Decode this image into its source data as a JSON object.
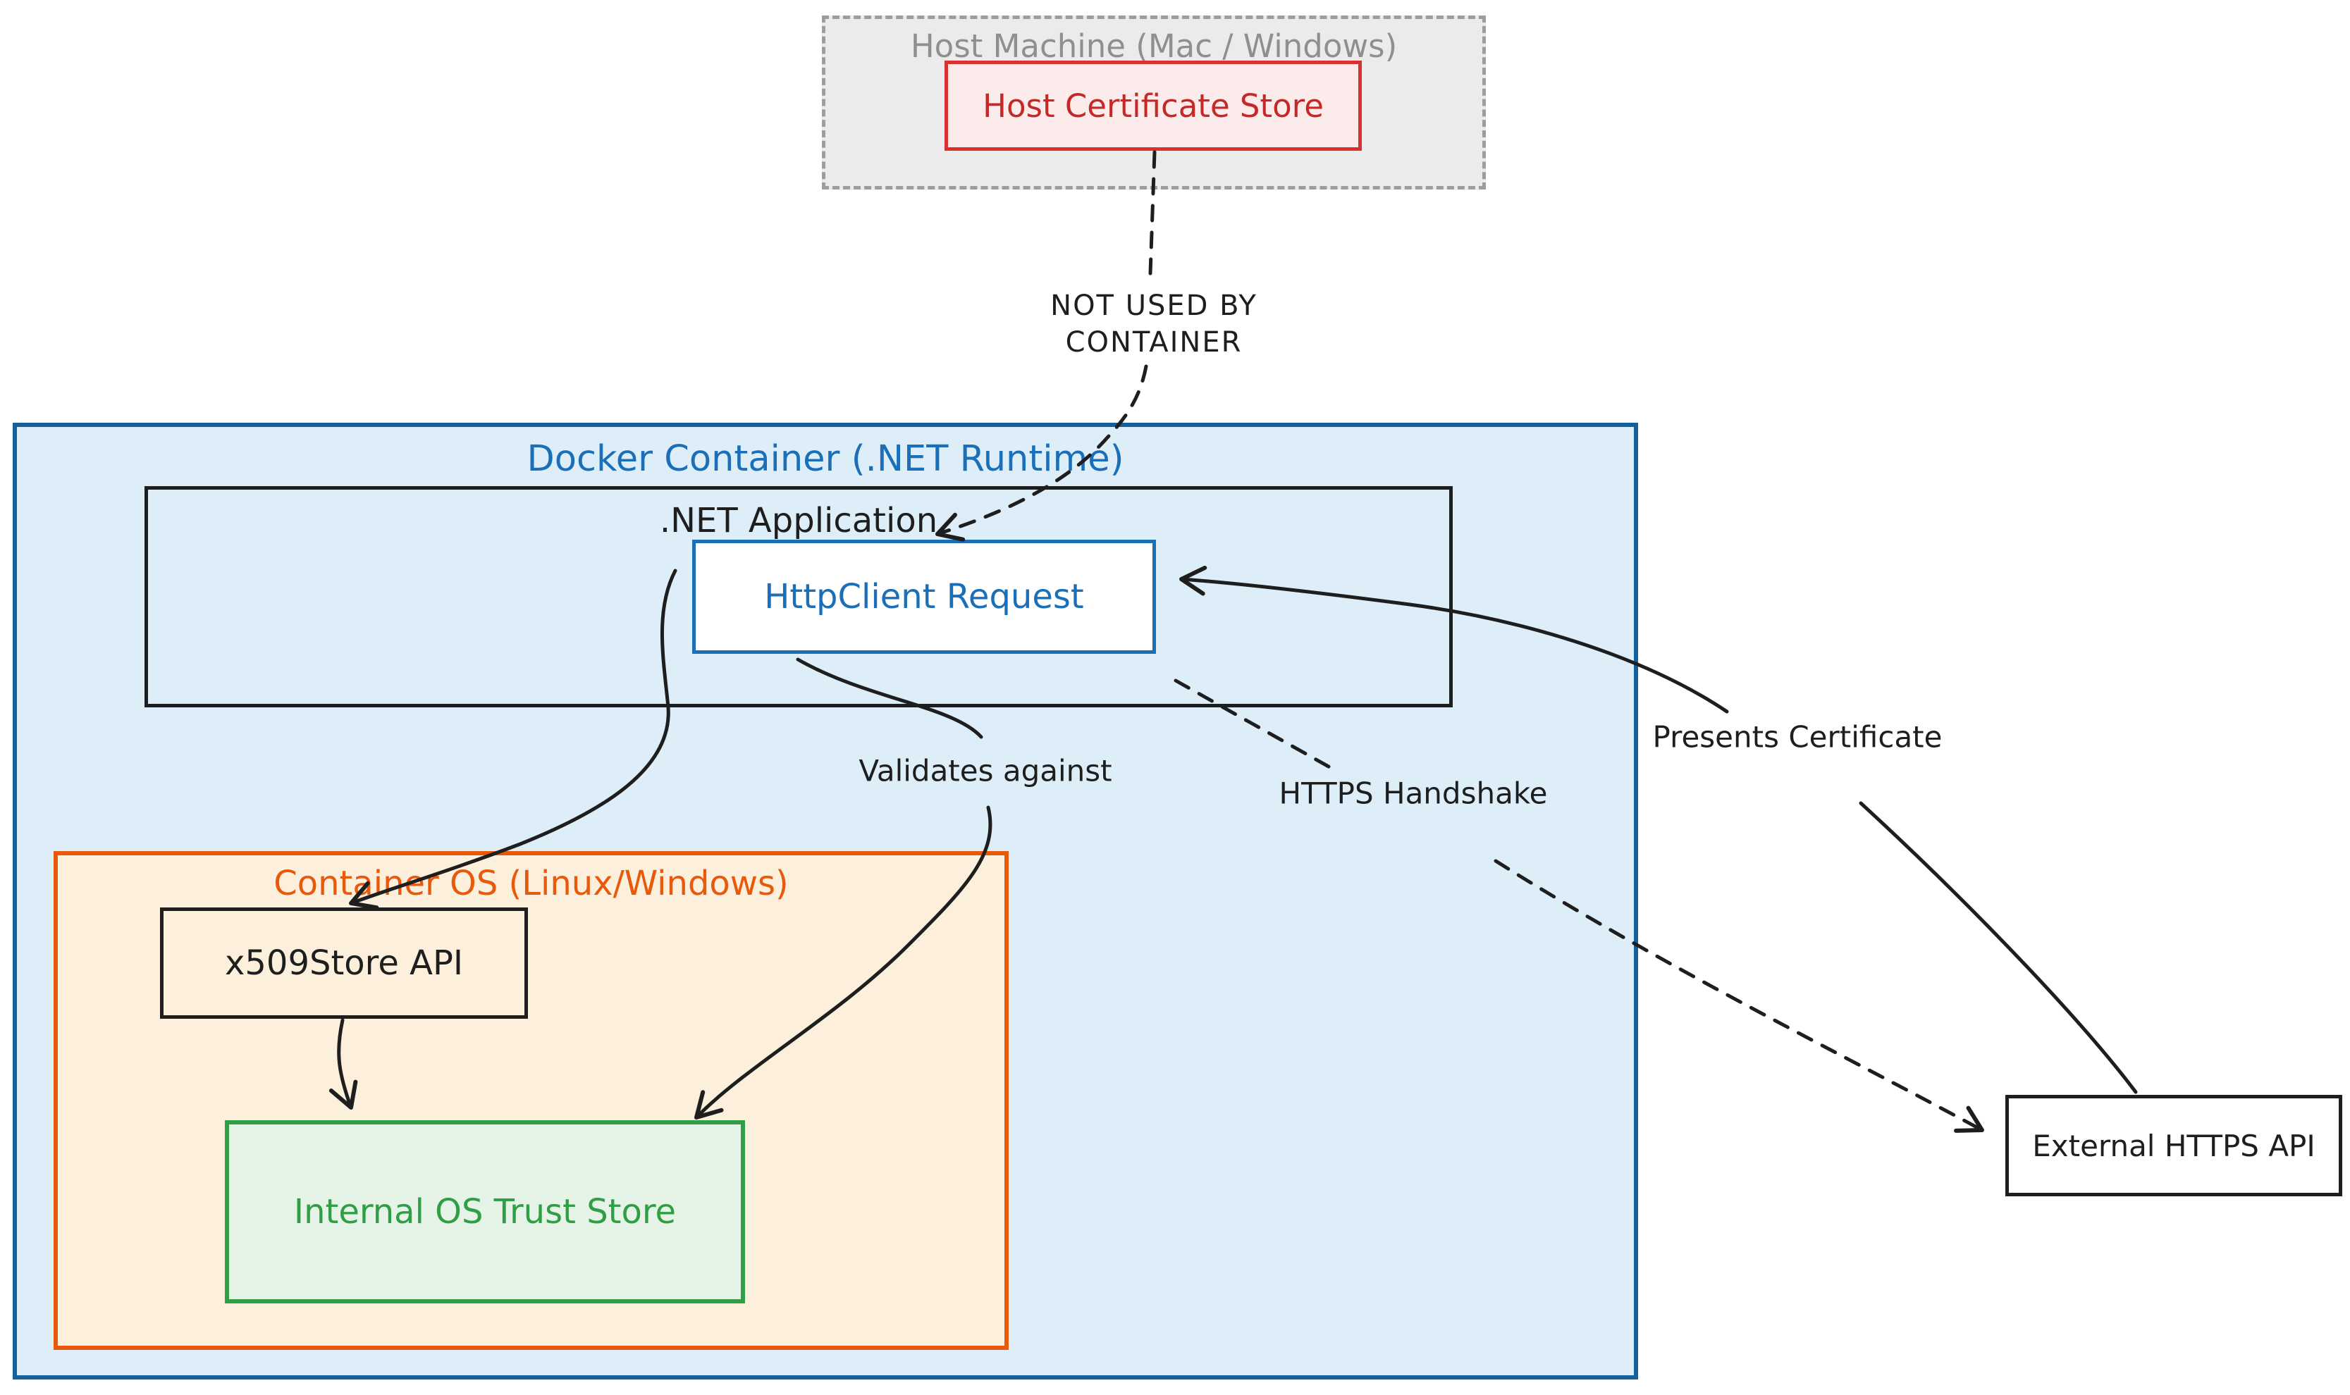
{
  "host_machine": {
    "title": "Host Machine (Mac / Windows)",
    "cert_store_label": "Host Certificate Store"
  },
  "docker": {
    "title": "Docker Container (.NET Runtime)",
    "dotnet_app_label": ".NET Application",
    "httpclient_label": "HttpClient Request"
  },
  "container_os": {
    "title": "Container OS (Linux/Windows)",
    "x509_label": "x509Store API",
    "trust_store_label": "Internal OS Trust Store"
  },
  "external_api": {
    "label": "External HTTPS API"
  },
  "edge_labels": {
    "not_used_line1": "NOT USED BY",
    "not_used_line2": "CONTAINER",
    "validates": "Validates against",
    "handshake": "HTTPS Handshake",
    "presents": "Presents Certificate"
  },
  "colors": {
    "ink": "#1e1e1e",
    "gray_border": "#9d9d9d",
    "gray_fill": "#ebebeb",
    "gray_text": "#8f8f8f",
    "red_border": "#d93030",
    "red_fill": "#fcebeb",
    "red_text": "#c62828",
    "blue_border": "#13609f",
    "blue_fill": "#ddeef9",
    "blue_accent": "#1a6fb8",
    "orange_border": "#e8590c",
    "orange_fill": "#fcf0dc",
    "orange_text": "#e8590c",
    "green_border": "#2f9e44",
    "green_fill": "#e6f4e8",
    "green_text": "#2f9e44"
  }
}
